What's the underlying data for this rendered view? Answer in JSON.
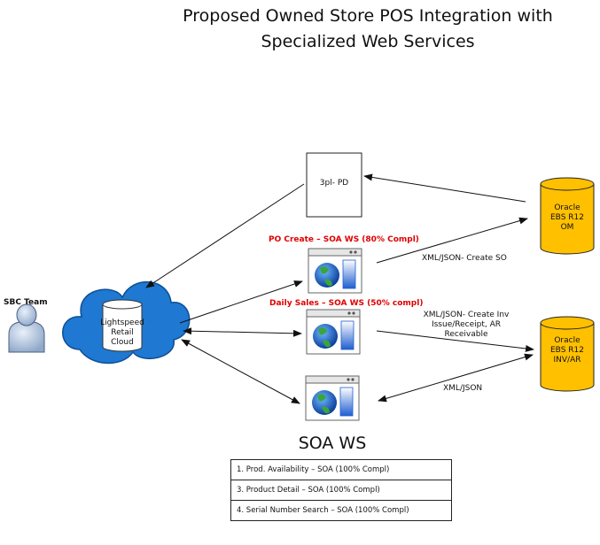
{
  "title": {
    "line1": "Proposed Owned Store POS Integration with",
    "line2": "Specialized Web Services"
  },
  "nodes": {
    "sbc_team": "SBC Team",
    "cloud_line1": "Lightspeed",
    "cloud_line2": "Retail",
    "cloud_line3": "Cloud",
    "pd_box": "3pl- PD",
    "oracle_om_line1": "Oracle",
    "oracle_om_line2": "EBS R12",
    "oracle_om_line3": "OM",
    "oracle_inv_line1": "Oracle",
    "oracle_inv_line2": "EBS R12",
    "oracle_inv_line3": "INV/AR"
  },
  "labels": {
    "po_create": "PO Create – SOA WS (80% Compl)",
    "daily_sales": "Daily Sales – SOA WS (50% compl)",
    "create_so": "XML/JSON- Create SO",
    "create_inv_line1": "XML/JSON- Create Inv",
    "create_inv_line2": "Issue/Receipt, AR",
    "create_inv_line3": "Receivable",
    "xml_json": "XML/JSON"
  },
  "soa": {
    "title": "SOA WS",
    "items": [
      "1.  Prod. Availability – SOA (100% Compl)",
      "3.  Product Detail – SOA (100% Compl)",
      "4.  Serial Number Search – SOA (100% Compl)"
    ]
  },
  "colors": {
    "accent_red": "#e00000",
    "database_fill": "#ffc000",
    "cloud_fill": "#1f78d1"
  },
  "icons": [
    "person-icon",
    "cloud-icon",
    "database-icon",
    "web-service-icon",
    "globe-icon"
  ]
}
